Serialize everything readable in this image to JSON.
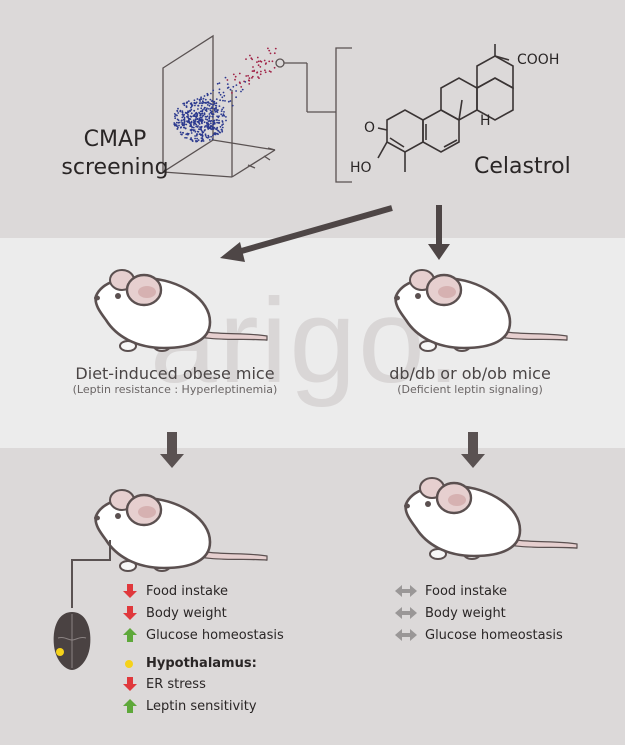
{
  "top": {
    "cmap_line1": "CMAP",
    "cmap_line2": "screening",
    "compound": "Celastrol",
    "label_cooh": "COOH",
    "label_o": "O",
    "label_ho": "HO",
    "label_h": "H"
  },
  "middle": {
    "left_title": "Diet-induced obese mice",
    "left_sub": "(Leptin resistance : Hyperleptinemia)",
    "right_title": "db/db or ob/ob mice",
    "right_sub": "(Deficient leptin signaling)",
    "watermark": "arigo."
  },
  "left_effects": [
    {
      "icon": "arrow-down-icon",
      "label": "Food instake"
    },
    {
      "icon": "arrow-down-icon",
      "label": "Body weight"
    },
    {
      "icon": "arrow-up-icon",
      "label": "Glucose homeostasis"
    }
  ],
  "hypothalamus": {
    "label": "Hypothalamus:",
    "effects": [
      {
        "icon": "arrow-down-icon",
        "label": "ER stress"
      },
      {
        "icon": "arrow-up-icon",
        "label": "Leptin sensitivity"
      }
    ]
  },
  "right_effects": [
    {
      "icon": "double-arrow-icon",
      "label": "Food instake"
    },
    {
      "icon": "double-arrow-icon",
      "label": "Body weight"
    },
    {
      "icon": "double-arrow-icon",
      "label": "Glucose homeostasis"
    }
  ],
  "colors": {
    "down": "#e0383c",
    "up": "#5ea83a",
    "neutral": "#9a9797",
    "arrow": "#5a5252",
    "hypothalamus_dot": "#f5d21a",
    "scatter_blue": "#2c3a8f",
    "scatter_red": "#a02246"
  }
}
